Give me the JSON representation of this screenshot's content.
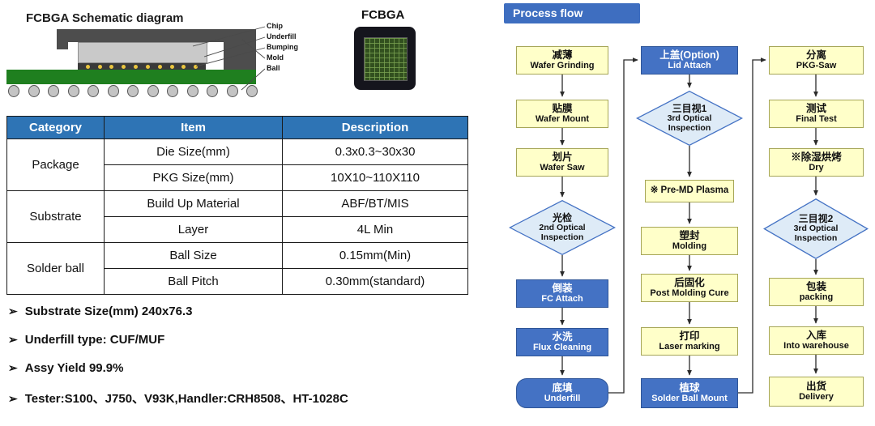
{
  "schematic": {
    "title": "FCBGA Schematic diagram",
    "labels": [
      "Chip",
      "Underfill",
      "Bumping",
      "Mold",
      "Ball"
    ]
  },
  "chip_photo": {
    "title": "FCBGA"
  },
  "table": {
    "headers": [
      "Category",
      "Item",
      "Description"
    ],
    "groups": [
      {
        "category": "Package",
        "rows": [
          [
            "Die Size(mm)",
            "0.3x0.3~30x30"
          ],
          [
            "PKG Size(mm)",
            "10X10~110X110"
          ]
        ]
      },
      {
        "category": "Substrate",
        "rows": [
          [
            "Build Up Material",
            "ABF/BT/MIS"
          ],
          [
            "Layer",
            "4L Min"
          ]
        ]
      },
      {
        "category": "Solder ball",
        "rows": [
          [
            "Ball Size",
            "0.15mm(Min)"
          ],
          [
            "Ball Pitch",
            "0.30mm(standard)"
          ]
        ]
      }
    ]
  },
  "bullets": {
    "glyph": "➢",
    "items": [
      "Substrate Size(mm) 240x76.3",
      "Underfill type: CUF/MUF",
      "Assy Yield 99.9%",
      "Tester:S100、J750、V93K,Handler:CRH8508、HT-1028C"
    ]
  },
  "flow": {
    "title": "Process flow",
    "columns": [
      {
        "steps": [
          {
            "cn": "减薄",
            "en": "Wafer Grinding",
            "shape": "rect",
            "style": "yellow"
          },
          {
            "cn": "贴膜",
            "en": "Wafer Mount",
            "shape": "rect",
            "style": "yellow"
          },
          {
            "cn": "划片",
            "en": "Wafer Saw",
            "shape": "rect",
            "style": "yellow"
          },
          {
            "cn": "光检",
            "en": "2nd Optical Inspection",
            "shape": "diamond",
            "style": "lightblue"
          },
          {
            "cn": "倒装",
            "en": "FC Attach",
            "shape": "rect",
            "style": "blue"
          },
          {
            "cn": "水洗",
            "en": "Flux Cleaning",
            "shape": "rect",
            "style": "blue"
          },
          {
            "cn": "底填",
            "en": "Underfill",
            "shape": "rounded",
            "style": "blue"
          }
        ]
      },
      {
        "steps": [
          {
            "cn": "上盖(Option)",
            "en": "Lid Attach",
            "shape": "rect",
            "style": "blue"
          },
          {
            "cn": "三目视1",
            "en": "3rd Optical Inspection",
            "shape": "diamond",
            "style": "lightblue"
          },
          {
            "cn": "",
            "en": "※ Pre-MD Plasma",
            "shape": "rect",
            "style": "yellow"
          },
          {
            "cn": "塑封",
            "en": "Molding",
            "shape": "rect",
            "style": "yellow"
          },
          {
            "cn": "后固化",
            "en": "Post Molding Cure",
            "shape": "rect",
            "style": "yellow"
          },
          {
            "cn": "打印",
            "en": "Laser marking",
            "shape": "rect",
            "style": "yellow"
          },
          {
            "cn": "植球",
            "en": "Solder Ball Mount",
            "shape": "rect",
            "style": "blue"
          }
        ]
      },
      {
        "steps": [
          {
            "cn": "分离",
            "en": "PKG-Saw",
            "shape": "rect",
            "style": "yellow"
          },
          {
            "cn": "测试",
            "en": "Final Test",
            "shape": "rect",
            "style": "yellow"
          },
          {
            "cn": "※除湿烘烤",
            "en": "Dry",
            "shape": "rect",
            "style": "yellow"
          },
          {
            "cn": "三目视2",
            "en": "3rd Optical Inspection",
            "shape": "diamond",
            "style": "lightblue"
          },
          {
            "cn": "包装",
            "en": "packing",
            "shape": "rect",
            "style": "yellow"
          },
          {
            "cn": "入库",
            "en": "Into warehouse",
            "shape": "rect",
            "style": "yellow"
          },
          {
            "cn": "出货",
            "en": "Delivery",
            "shape": "rect",
            "style": "yellow"
          }
        ]
      }
    ]
  },
  "colors": {
    "table_header_blue": "#2E74B5",
    "flow_title_blue": "#3E6EC0",
    "flow_box_blue": "#4472C4",
    "flow_box_blue_border": "#2F5597",
    "flow_box_yellow": "#FFFFC9",
    "flow_box_yellow_border": "#A6A657",
    "diamond_fill": "#DEEBF7",
    "diamond_border": "#4472C4",
    "substrate_green": "#1F7F1F"
  }
}
